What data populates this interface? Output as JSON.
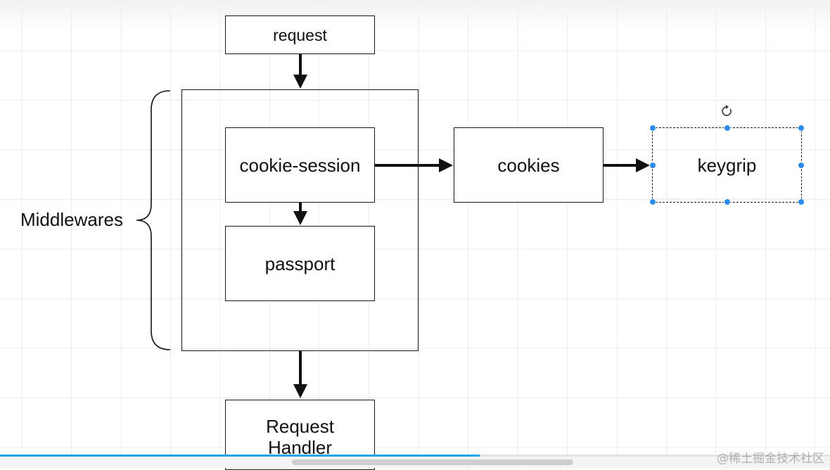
{
  "diagram": {
    "nodes": {
      "request": "request",
      "cookie_session": "cookie-session",
      "passport": "passport",
      "cookies": "cookies",
      "keygrip": "keygrip",
      "request_handler": "Request Handler"
    },
    "group_label": "Middlewares"
  },
  "selection": {
    "handle_color": "#2b8cf0",
    "rotate_icon": "rotate-icon"
  },
  "playback": {
    "progress": 0.578
  },
  "watermark": "@稀土掘金技术社区",
  "colors": {
    "stroke": "#1a1a1a",
    "accent": "#1aa3e6"
  }
}
